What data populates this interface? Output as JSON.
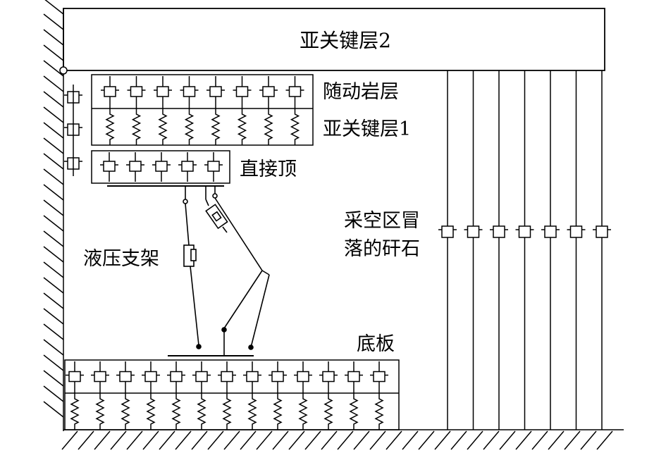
{
  "labels": {
    "sub_key_layer_2": "亚关键层2",
    "following_rock_layer": "随动岩层",
    "sub_key_layer_1": "亚关键层1",
    "immediate_roof": "直接顶",
    "caved_gangue_line1": "采空区冒",
    "caved_gangue_line2": "落的矸石",
    "hydraulic_support": "液压支架",
    "floor": "底板"
  },
  "counts": {
    "following_layer_dampers": 8,
    "sub_key_1_springs": 8,
    "immediate_roof_dampers": 5,
    "floor_dampers": 13,
    "floor_springs": 13,
    "gangue_columns": 7,
    "wall_dampers": 3
  }
}
